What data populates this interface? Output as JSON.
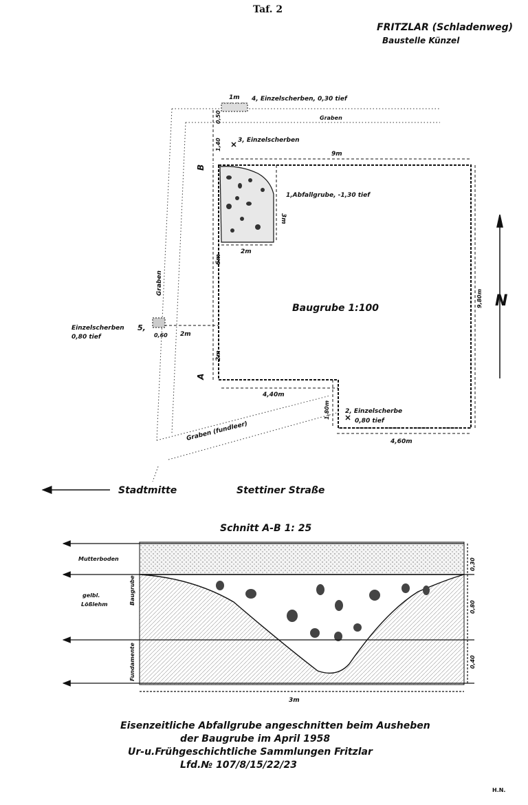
{
  "header": {
    "plate": "Taf. 2",
    "site_line1": "FRITZLAR (Schladenweg)",
    "site_line2": "Baustelle Künzel"
  },
  "plan": {
    "title": "Baugrube 1:100",
    "north": "N",
    "finds": {
      "f1": "1,Abfallgrube, -1,30 tief",
      "f2a": "2, Einzelscherbe",
      "f2b": "0,80 tief",
      "f3": "3, Einzelscherben",
      "f4": "4, Einzelscherben, 0,30 tief",
      "f5": "5,",
      "f5a": "Einzelscherben",
      "f5b": "0,80 tief"
    },
    "dims": {
      "top_1m": "1m",
      "d_050": "0,50",
      "d_140": "1,40",
      "d_9m": "9m",
      "d_3m": "3m",
      "d_2m_pit": "2m",
      "d_6m": "6m",
      "d_980": "9,80m",
      "d_060": "0,60",
      "d_2m_left": "2m",
      "d_2m_lower": "2m",
      "d_440": "4,40m",
      "d_180": "1,80m",
      "d_460": "4,60m"
    },
    "points": {
      "a": "A",
      "b": "B"
    },
    "labels": {
      "graben_top": "Graben",
      "graben_left": "Graben",
      "graben_bottom": "Graben (fundleer)",
      "stadtmitte": "Stadtmitte",
      "street": "Stettiner Straße"
    }
  },
  "section": {
    "title": "Schnitt A-B  1: 25",
    "layers": {
      "mutterboden": "Mutterboden",
      "loess1": "gelbl.",
      "loess2": "Lößlehm",
      "baugrube": "Baugrube",
      "fundament": "Fundamente"
    },
    "dims": {
      "d1": "0,30",
      "d2": "0,80",
      "d3": "0,40",
      "width": "3m"
    }
  },
  "caption": {
    "line1": "Eisenzeitliche Abfallgrube angeschnitten beim Ausheben",
    "line2": "der Baugrube im April 1958",
    "line3": "Ur-u.Frühgeschichtliche Sammlungen Fritzlar",
    "line4": "Lfd.№ 107/8/15/22/23"
  },
  "signature": "H.N."
}
